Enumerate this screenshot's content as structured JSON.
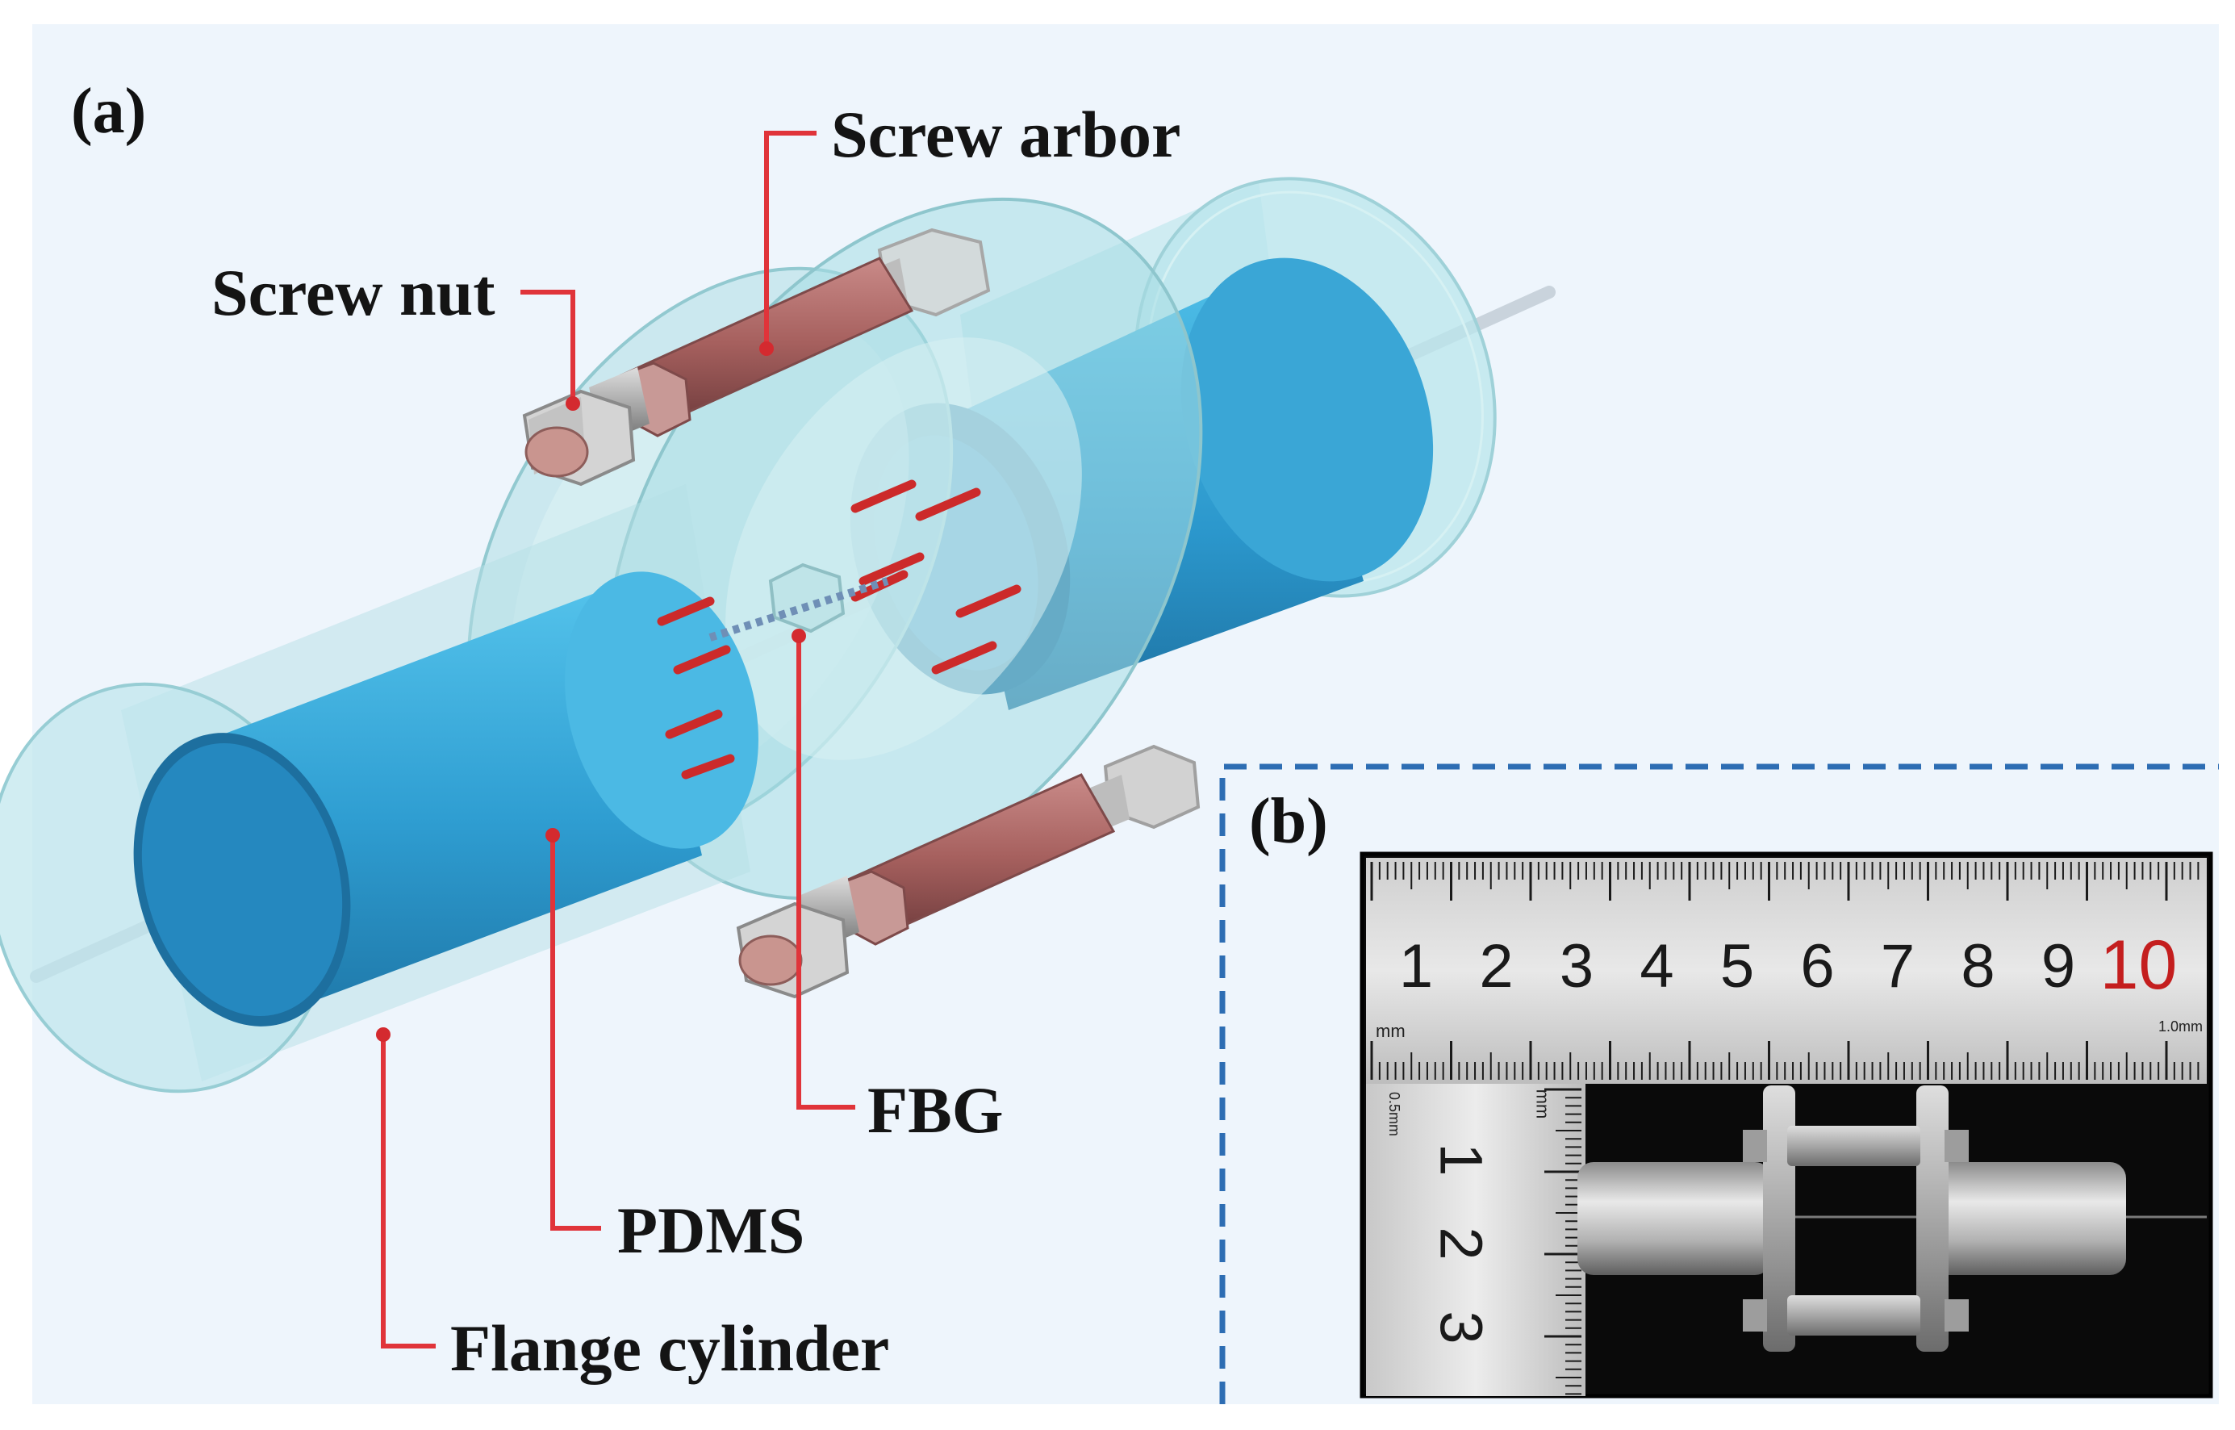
{
  "panel_a": {
    "label": "(a)",
    "callouts": {
      "screw_arbor": "Screw arbor",
      "screw_nut": "Screw nut",
      "fbg": "FBG",
      "pdms": "PDMS",
      "flange_cylinder": "Flange cylinder"
    }
  },
  "panel_b": {
    "label": "(b)",
    "ruler_top": {
      "numbers": [
        "1",
        "2",
        "3",
        "4",
        "5",
        "6",
        "7",
        "8",
        "9",
        "10"
      ],
      "unit_left": "mm",
      "unit_right": "1.0mm"
    },
    "ruler_left": {
      "numbers": [
        "1",
        "2",
        "3"
      ],
      "unit_top": "mm",
      "unit_side": "0.5mm"
    }
  },
  "colors": {
    "background": "#eef5fc",
    "cylinder_blue": "#3ea9d6",
    "glass": "#a8dfe4",
    "arbor_red": "#b06a6a",
    "leader_red": "#e0343a",
    "dashed_border": "#2d6db3"
  }
}
